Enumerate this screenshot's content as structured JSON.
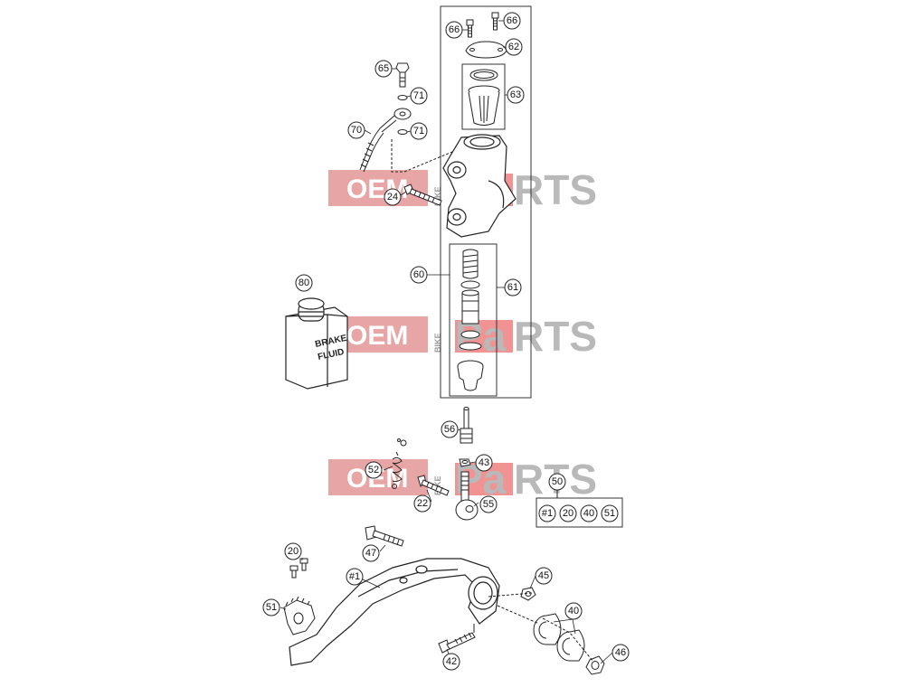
{
  "watermark": {
    "oem": "OEM",
    "bike": "BIKE",
    "pa": "Pa",
    "rts": "RTS",
    "colors": {
      "red": "#e8a5a5",
      "accent": "#e53b3b",
      "gray": "#b9b9b9"
    }
  },
  "bottle_label": {
    "line1": "BRAKE",
    "line2": "FLUID"
  },
  "callouts": {
    "c66a": "66",
    "c66b": "66",
    "c62": "62",
    "c63": "63",
    "c65": "65",
    "c71a": "71",
    "c71b": "71",
    "c70": "70",
    "c24": "24",
    "c60": "60",
    "c61": "61",
    "c80": "80",
    "c56": "56",
    "c43": "43",
    "c52": "52",
    "c22": "22",
    "c55": "55",
    "c50": "50",
    "c50_1": "#1",
    "c50_20": "20",
    "c50_40": "40",
    "c50_51": "51",
    "c20": "20",
    "c47": "47",
    "c1": "#1",
    "c45": "45",
    "c51": "51",
    "c40": "40",
    "c42": "42",
    "c46": "46"
  }
}
